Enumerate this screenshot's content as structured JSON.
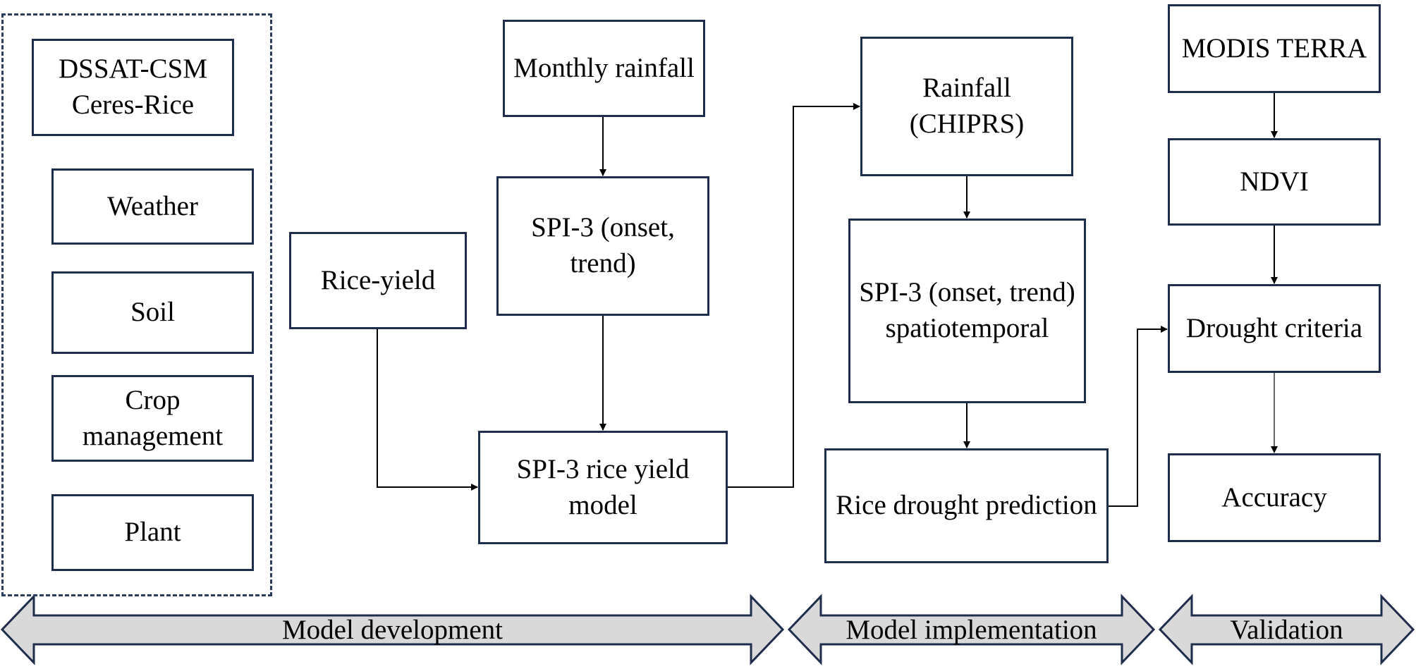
{
  "colors": {
    "box_border": "#1f2d4d",
    "band_fill": "#d9d9d9",
    "band_border": "#1f2d4d",
    "connector": "#000000"
  },
  "model_development": {
    "dssat": "DSSAT-CSM Ceres-Rice",
    "inputs": [
      "Weather",
      "Soil",
      "Crop management",
      "Plant"
    ],
    "rice_yield": "Rice-yield",
    "monthly_rainfall": "Monthly rainfall",
    "spi3": "SPI-3 (onset, trend)",
    "model": "SPI-3 rice yield model"
  },
  "model_implementation": {
    "rainfall": "Rainfall (CHIPRS)",
    "spi3_spatial": "SPI-3 (onset, trend) spatiotemporal",
    "prediction": "Rice drought prediction"
  },
  "validation": {
    "modis": "MODIS TERRA",
    "ndvi": "NDVI",
    "criteria": "Drought criteria",
    "accuracy": "Accuracy"
  },
  "phases": [
    "Model development",
    "Model implementation",
    "Validation"
  ]
}
